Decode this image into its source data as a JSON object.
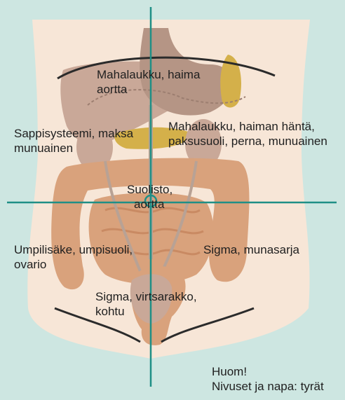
{
  "colors": {
    "background": "#cde6e1",
    "torso": "#f7e6d7",
    "organ": "#c9a898",
    "organ_dark": "#b59585",
    "intestine": "#d9a27c",
    "intestine_dark": "#c98a63",
    "gallbladder": "#d4b04a",
    "crosshair": "#1f8f86",
    "outline": "#2b2b2b"
  },
  "labels": {
    "upper_center": [
      "Mahalaukku, haima",
      "aortta"
    ],
    "upper_right": [
      "Mahalaukku, haiman häntä,",
      "paksusuoli, perna, munuainen"
    ],
    "upper_left": [
      "Sappisysteemi, maksa",
      "munuainen"
    ],
    "center": [
      "Suolisto,",
      "aortta"
    ],
    "lower_left": [
      "Umpilisäke, umpisuoli,",
      "ovario"
    ],
    "lower_right": [
      "Sigma, munasarja"
    ],
    "lower_center": [
      "Sigma, virtsarakko,",
      "kohtu"
    ],
    "note": [
      "Huom!",
      "Nivuset ja napa: tyrät"
    ]
  }
}
